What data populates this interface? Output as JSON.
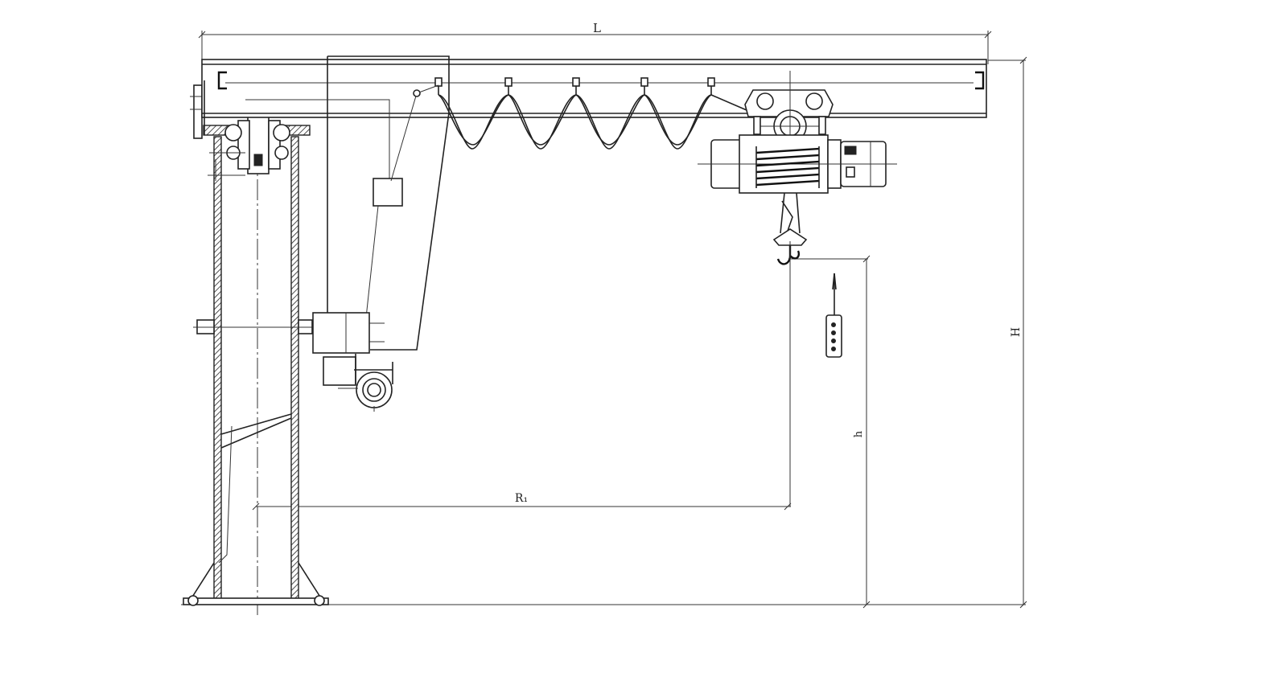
{
  "drawing": {
    "dimension_labels": {
      "L": "L",
      "H": "H",
      "h": "h",
      "R1": "R₁"
    }
  }
}
